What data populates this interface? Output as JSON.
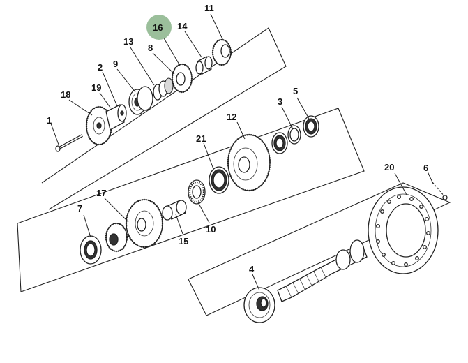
{
  "diagram": {
    "highlighted_part": "16",
    "highlight_color": "#9bbf9b",
    "callouts": [
      {
        "id": "c1",
        "label": "1"
      },
      {
        "id": "c2",
        "label": "2"
      },
      {
        "id": "c3",
        "label": "3"
      },
      {
        "id": "c4",
        "label": "4"
      },
      {
        "id": "c5",
        "label": "5"
      },
      {
        "id": "c6",
        "label": "6"
      },
      {
        "id": "c7",
        "label": "7"
      },
      {
        "id": "c8",
        "label": "8"
      },
      {
        "id": "c9",
        "label": "9"
      },
      {
        "id": "c10",
        "label": "10"
      },
      {
        "id": "c11",
        "label": "11"
      },
      {
        "id": "c12",
        "label": "12"
      },
      {
        "id": "c13",
        "label": "13"
      },
      {
        "id": "c14",
        "label": "14"
      },
      {
        "id": "c15",
        "label": "15"
      },
      {
        "id": "c16",
        "label": "16"
      },
      {
        "id": "c17",
        "label": "17"
      },
      {
        "id": "c18",
        "label": "18"
      },
      {
        "id": "c19",
        "label": "19"
      },
      {
        "id": "c20",
        "label": "20"
      },
      {
        "id": "c21",
        "label": "21"
      }
    ]
  }
}
